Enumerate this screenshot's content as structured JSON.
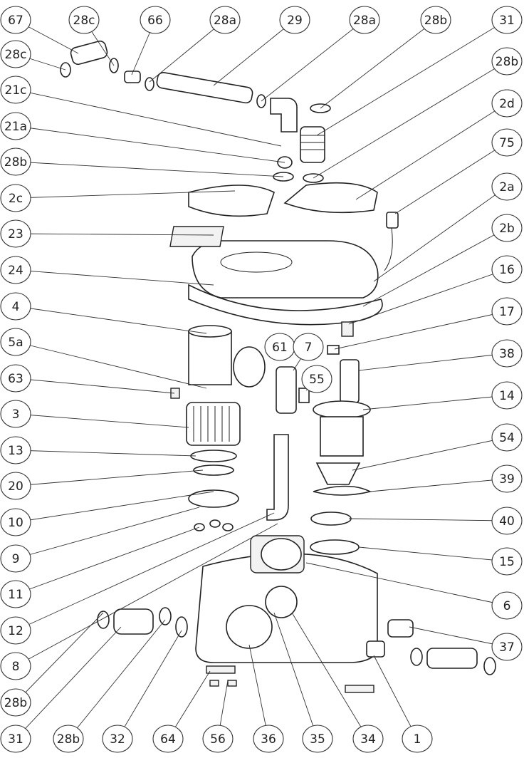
{
  "title": "Exploded parts diagram",
  "callouts": [
    "67",
    "28c",
    "66",
    "28a",
    "29",
    "28a",
    "28b",
    "31",
    "28c",
    "21c",
    "21a",
    "28b",
    "2c",
    "23",
    "24",
    "4",
    "5a",
    "63",
    "3",
    "13",
    "20",
    "10",
    "9",
    "11",
    "12",
    "8",
    "28b",
    "31",
    "28b",
    "32",
    "64",
    "56",
    "36",
    "35",
    "34",
    "1",
    "28b",
    "2d",
    "75",
    "2a",
    "2b",
    "16",
    "17",
    "38",
    "14",
    "54",
    "39",
    "40",
    "15",
    "6",
    "37",
    "61",
    "7",
    "55"
  ]
}
